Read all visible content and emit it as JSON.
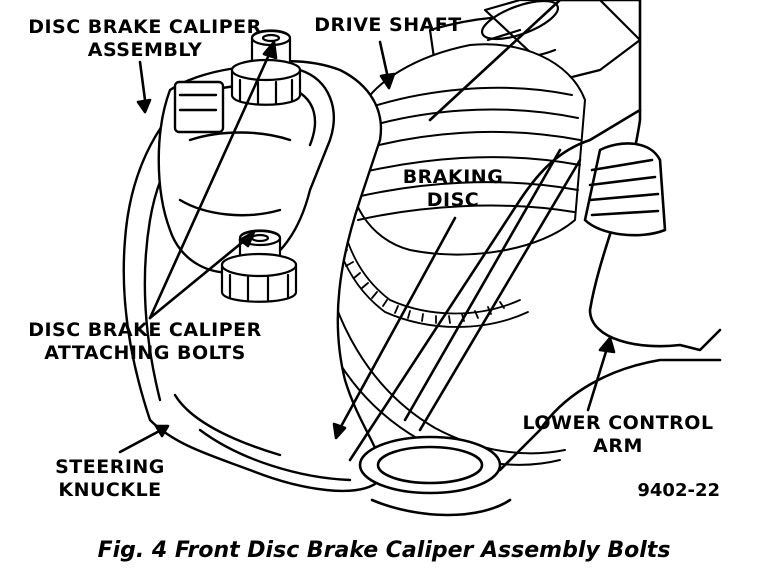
{
  "figure": {
    "caption": "Fig. 4 Front Disc Brake Caliper Assembly Bolts",
    "code": "9402-22"
  },
  "labels": {
    "caliper_assembly": [
      "DISC BRAKE CALIPER",
      "ASSEMBLY"
    ],
    "drive_shaft": [
      "DRIVE SHAFT"
    ],
    "braking_disc": [
      "BRAKING",
      "DISC"
    ],
    "attaching_bolts": [
      "DISC BRAKE CALIPER",
      "ATTACHING BOLTS"
    ],
    "lower_control_arm": [
      "LOWER CONTROL",
      "ARM"
    ],
    "steering_knuckle": [
      "STEERING",
      "KNUCKLE"
    ]
  },
  "colors": {
    "ink": "#000000",
    "paper": "#ffffff"
  }
}
